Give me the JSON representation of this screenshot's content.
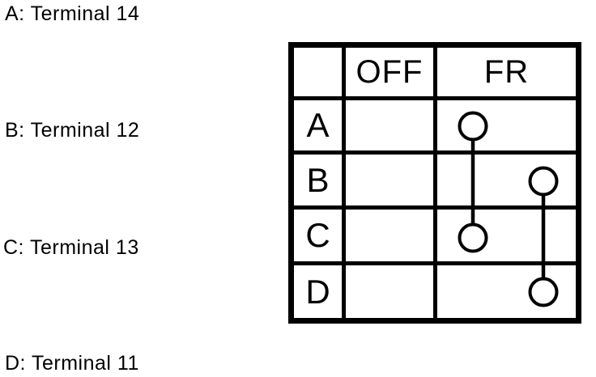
{
  "colors": {
    "ink": "#000000",
    "paper": "#ffffff"
  },
  "terminal_labels": [
    {
      "id": "A",
      "text": "A: Terminal 14"
    },
    {
      "id": "B",
      "text": "B: Terminal 12"
    },
    {
      "id": "C",
      "text": "C: Terminal 13"
    },
    {
      "id": "D",
      "text": "D: Terminal 11"
    }
  ],
  "table": {
    "columns": [
      "",
      "OFF",
      "FR"
    ],
    "rows": [
      "A",
      "B",
      "C",
      "D"
    ],
    "marks": [
      {
        "row": "A",
        "column": "FR",
        "position": "left"
      },
      {
        "row": "B",
        "column": "FR",
        "position": "right"
      },
      {
        "row": "C",
        "column": "FR",
        "position": "left"
      },
      {
        "row": "D",
        "column": "FR",
        "position": "right"
      }
    ],
    "connections": [
      {
        "from": "A",
        "to": "C",
        "column": "FR",
        "position": "left"
      },
      {
        "from": "B",
        "to": "D",
        "column": "FR",
        "position": "right"
      }
    ]
  }
}
